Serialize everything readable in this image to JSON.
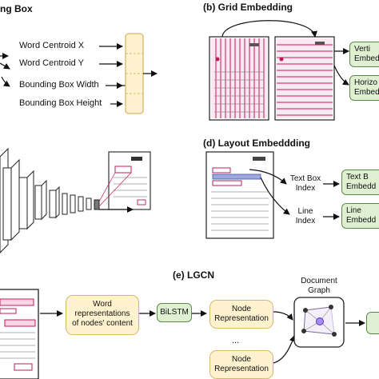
{
  "panel_a": {
    "title": "ng Box",
    "features": [
      "Word Centroid X",
      "Word Centroid Y",
      "Bounding Box Width",
      "Bounding Box Height"
    ]
  },
  "panel_b": {
    "title": "(b) Grid Embedding",
    "outputs": [
      {
        "line1": "Verti",
        "line2": "Embedd"
      },
      {
        "line1": "Horizo",
        "line2": "Embedd"
      }
    ]
  },
  "panel_d": {
    "title": "(d) Layout Embeddding",
    "indices": [
      {
        "line1": "Text Box",
        "line2": "Index"
      },
      {
        "line1": "Line",
        "line2": "Index"
      }
    ],
    "outputs": [
      {
        "line1": "Text B",
        "line2": "Embedd"
      },
      {
        "line1": "Line",
        "line2": "Embedd"
      }
    ]
  },
  "panel_e": {
    "title": "(e) LGCN",
    "word_repr": [
      "Word",
      "representations",
      "of nodes' content"
    ],
    "bilstm": "BiLSTM",
    "node_repr_top": [
      "Node",
      "Representation"
    ],
    "node_repr_bottom": [
      "Node",
      "Representation"
    ],
    "ellipsis": "...",
    "graph_label": [
      "Document",
      "Graph"
    ]
  },
  "colors": {
    "node_fill": "#dff0d2",
    "node_border": "#5b8a49",
    "repr_fill": "#fff3cf",
    "repr_border": "#d7b86a",
    "highlight": "#c2185b",
    "graph_node": "#a78bfa"
  }
}
